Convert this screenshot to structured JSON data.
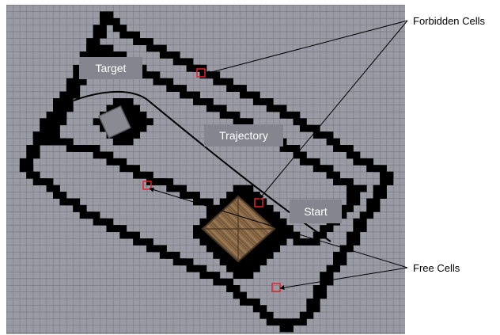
{
  "labels": {
    "target": "Target",
    "trajectory": "Trajectory",
    "start": "Start",
    "forbidden_cells": "Forbidden Cells",
    "free_cells": "Free Cells"
  },
  "colors": {
    "grid_background": "#999aa4",
    "grid_lines": "#6d6e76",
    "obstacle_cells": "#000000",
    "label_box": "#84858e",
    "label_text": "#ffffff",
    "cell_marker": "#e8202a",
    "annotation_line": "#000000",
    "wood_crate": "#8b6a47",
    "gray_box": "#8a8a92"
  }
}
